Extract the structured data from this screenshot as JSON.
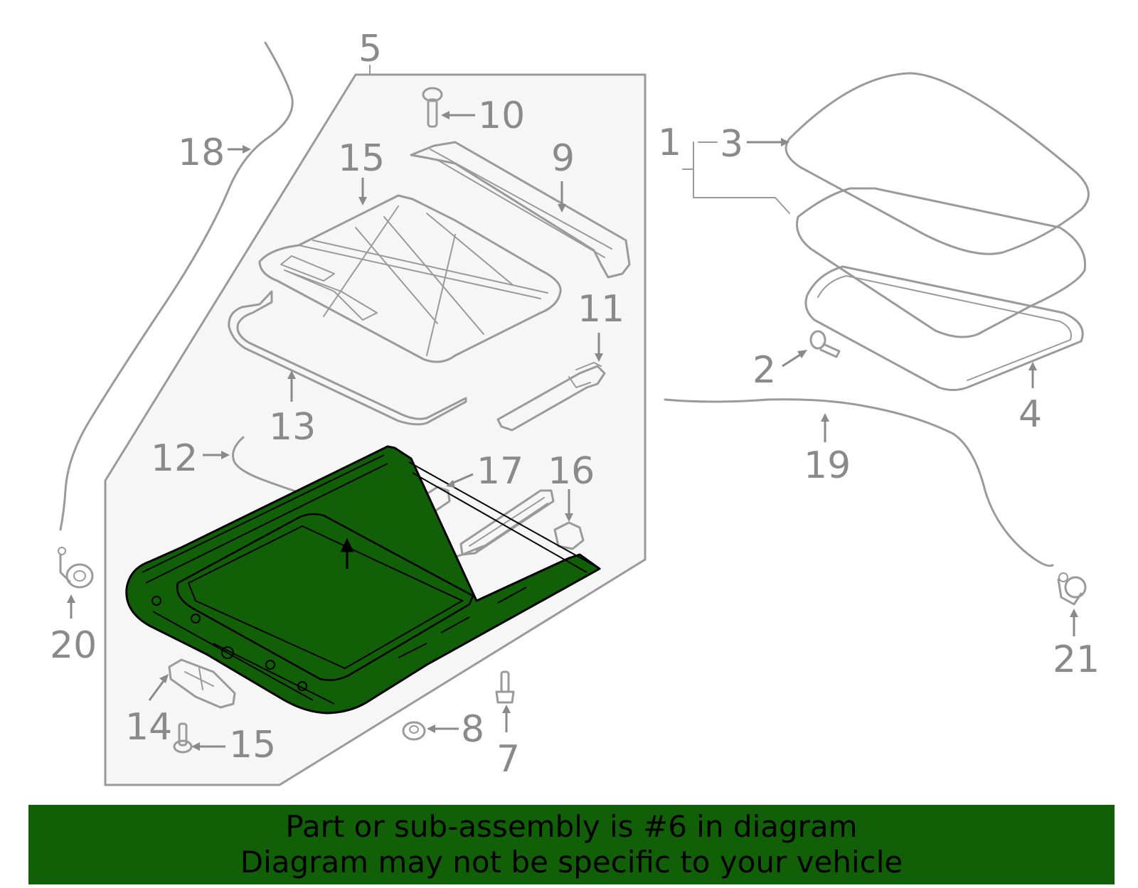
{
  "callouts": {
    "c1": "1",
    "c2": "2",
    "c3": "3",
    "c4": "4",
    "c5": "5",
    "c7": "7",
    "c8": "8",
    "c9": "9",
    "c10": "10",
    "c11": "11",
    "c12": "12",
    "c13": "13",
    "c14": "14",
    "c15a": "15",
    "c15b": "15",
    "c16": "16",
    "c17": "17",
    "c18": "18",
    "c19": "19",
    "c20": "20",
    "c21": "21"
  },
  "banner": {
    "line1": "Part or sub-assembly is #6 in diagram",
    "line2": "Diagram may not be specific to your vehicle"
  },
  "colors": {
    "highlight": "#116008",
    "line_gray": "#9a9a9a",
    "label_gray": "#8a8a8a",
    "panel_fill": "#f6f6f6"
  }
}
